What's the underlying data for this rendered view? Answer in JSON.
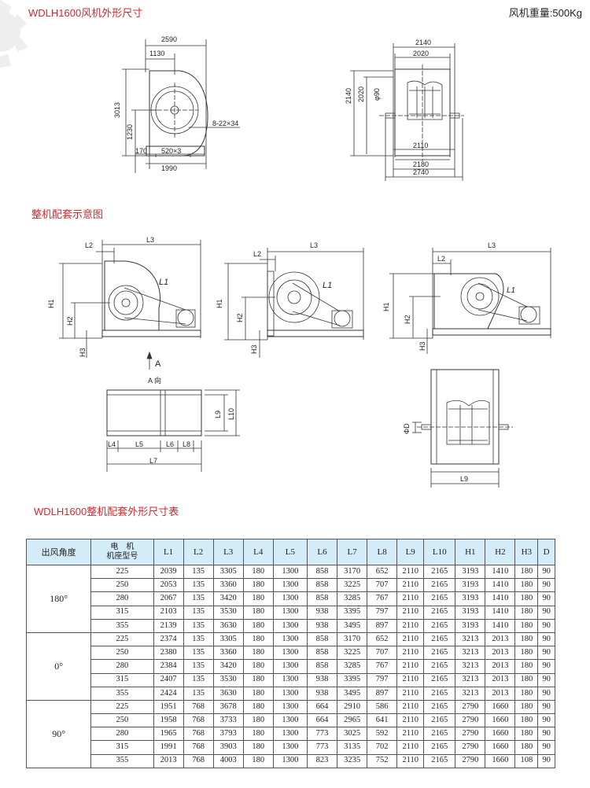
{
  "titles": {
    "outline": "WDLH1600风机外形尺寸",
    "assembly": "整机配套示意图",
    "table": "WDLH1600整机配套外形尺寸表"
  },
  "weight": "风机重量:500Kg",
  "drawing1": {
    "dim_2590": "2590",
    "dim_1130": "1130",
    "dim_3013": "3013",
    "dim_1230": "1230",
    "dim_bolts": "8-22×34",
    "dim_170": "170",
    "dim_520": "520×3",
    "dim_1990": "1990"
  },
  "drawing2": {
    "dim_2140w": "2140",
    "dim_2020w": "2020",
    "dim_2140h": "2140",
    "dim_2020h": "2020",
    "dim_phi90": "φ90",
    "dim_2110": "2110",
    "dim_2180": "2180",
    "dim_2740": "2740"
  },
  "assembly_labels": {
    "L1": "L1",
    "L2": "L2",
    "L3": "L3",
    "L4": "L4",
    "L5": "L5",
    "L6": "L6",
    "L7": "L7",
    "L8": "L8",
    "L9": "L9",
    "L10": "L10",
    "H1": "H1",
    "H2": "H2",
    "H3": "H3",
    "A": "A",
    "A_view": "A 向",
    "phiD": "ΦD"
  },
  "table": {
    "headers": [
      "出风角度",
      "电　机\n机座型号",
      "L1",
      "L2",
      "L3",
      "L4",
      "L5",
      "L6",
      "L7",
      "L8",
      "L9",
      "L10",
      "H1",
      "H2",
      "H3",
      "D"
    ],
    "groups": [
      {
        "angle": "180°",
        "rows": [
          [
            "225",
            "2039",
            "135",
            "3305",
            "180",
            "1300",
            "858",
            "3170",
            "652",
            "2110",
            "2165",
            "3193",
            "1410",
            "180",
            "90"
          ],
          [
            "250",
            "2053",
            "135",
            "3360",
            "180",
            "1300",
            "858",
            "3225",
            "707",
            "2110",
            "2165",
            "3193",
            "1410",
            "180",
            "90"
          ],
          [
            "280",
            "2067",
            "135",
            "3420",
            "180",
            "1300",
            "858",
            "3285",
            "767",
            "2110",
            "2165",
            "3193",
            "1410",
            "180",
            "90"
          ],
          [
            "315",
            "2103",
            "135",
            "3530",
            "180",
            "1300",
            "938",
            "3395",
            "797",
            "2110",
            "2165",
            "3193",
            "1410",
            "180",
            "90"
          ],
          [
            "355",
            "2139",
            "135",
            "3630",
            "180",
            "1300",
            "938",
            "3495",
            "897",
            "2110",
            "2165",
            "3193",
            "1410",
            "180",
            "90"
          ]
        ]
      },
      {
        "angle": "0°",
        "rows": [
          [
            "225",
            "2374",
            "135",
            "3305",
            "180",
            "1300",
            "858",
            "3170",
            "652",
            "2110",
            "2165",
            "3213",
            "2013",
            "180",
            "90"
          ],
          [
            "250",
            "2380",
            "135",
            "3360",
            "180",
            "1300",
            "858",
            "3225",
            "707",
            "2110",
            "2165",
            "3213",
            "2013",
            "180",
            "90"
          ],
          [
            "280",
            "2384",
            "135",
            "3420",
            "180",
            "1300",
            "858",
            "3285",
            "767",
            "2110",
            "2165",
            "3213",
            "2013",
            "180",
            "90"
          ],
          [
            "315",
            "2407",
            "135",
            "3530",
            "180",
            "1300",
            "938",
            "3395",
            "797",
            "2110",
            "2165",
            "3213",
            "2013",
            "180",
            "90"
          ],
          [
            "355",
            "2424",
            "135",
            "3630",
            "180",
            "1300",
            "938",
            "3495",
            "897",
            "2110",
            "2165",
            "3213",
            "2013",
            "180",
            "90"
          ]
        ]
      },
      {
        "angle": "90°",
        "rows": [
          [
            "225",
            "1951",
            "768",
            "3678",
            "180",
            "1300",
            "664",
            "2910",
            "586",
            "2110",
            "2165",
            "2790",
            "1660",
            "180",
            "90"
          ],
          [
            "250",
            "1958",
            "768",
            "3733",
            "180",
            "1300",
            "664",
            "2965",
            "641",
            "2110",
            "2165",
            "2790",
            "1660",
            "180",
            "90"
          ],
          [
            "280",
            "1965",
            "768",
            "3793",
            "180",
            "1300",
            "773",
            "3025",
            "592",
            "2110",
            "2165",
            "2790",
            "1660",
            "180",
            "90"
          ],
          [
            "315",
            "1991",
            "768",
            "3903",
            "180",
            "1300",
            "773",
            "3135",
            "702",
            "2110",
            "2165",
            "2790",
            "1660",
            "180",
            "90"
          ],
          [
            "355",
            "2013",
            "768",
            "4003",
            "180",
            "1300",
            "823",
            "3235",
            "752",
            "2110",
            "2165",
            "2790",
            "1660",
            "108",
            "90"
          ]
        ]
      }
    ]
  }
}
